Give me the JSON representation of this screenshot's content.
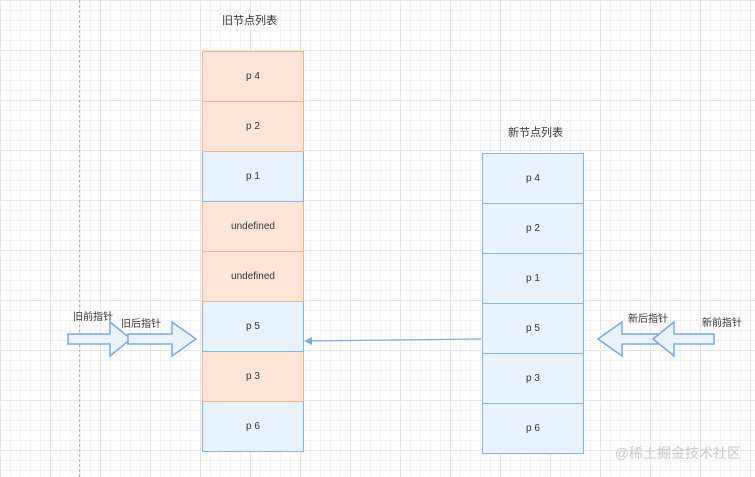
{
  "old_list": {
    "title": "旧节点列表",
    "nodes": [
      {
        "label": "p 4",
        "color": "orange"
      },
      {
        "label": "p 2",
        "color": "orange"
      },
      {
        "label": "p 1",
        "color": "blue"
      },
      {
        "label": "undefined",
        "color": "orange"
      },
      {
        "label": "undefined",
        "color": "orange"
      },
      {
        "label": "p 5",
        "color": "blue"
      },
      {
        "label": "p 3",
        "color": "orange"
      },
      {
        "label": "p 6",
        "color": "blue"
      }
    ]
  },
  "new_list": {
    "title": "新节点列表",
    "nodes": [
      "p 4",
      "p 2",
      "p 1",
      "p 5",
      "p 3",
      "p 6"
    ]
  },
  "pointers": {
    "old_front": "旧前指针",
    "old_back": "旧后指针",
    "new_back": "新后指针",
    "new_front": "新前指针"
  },
  "watermark": "@稀土掘金技术社区",
  "colors": {
    "orange_fill": "#ffe6d9",
    "orange_border": "#f3b583",
    "blue_fill": "#e8f3fd",
    "blue_border": "#87b3e4",
    "connector": "#7aa9e0"
  }
}
